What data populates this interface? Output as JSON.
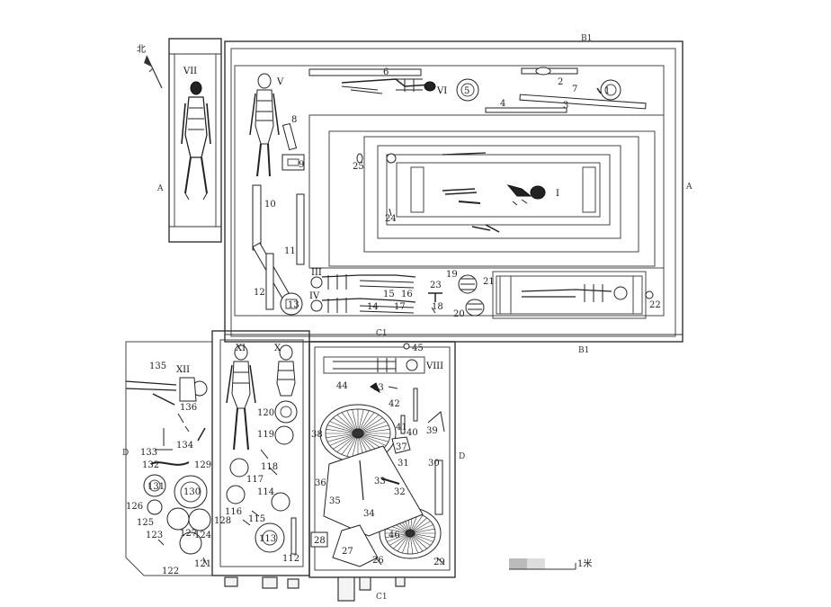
{
  "north": "北",
  "scale_label": "1米",
  "section_markers": {
    "a_left": "A",
    "a_right": "A",
    "b_top": "B1",
    "b_bottom": "B1",
    "c_mid": "C1",
    "c_bottom": "C1",
    "d_left": "D",
    "d_right": "D"
  },
  "burials": {
    "i": "I",
    "iii": "III",
    "iv": "IV",
    "v": "V",
    "vi": "VI",
    "vii": "VII",
    "viii": "VIII",
    "x": "X",
    "xi": "XI",
    "xii": "XII"
  },
  "artifacts": {
    "n1": "1",
    "n2": "2",
    "n3": "3",
    "n4": "4",
    "n5": "5",
    "n6": "6",
    "n7": "7",
    "n8": "8",
    "n9": "9",
    "n10": "10",
    "n11": "11",
    "n12": "12",
    "n13": "13",
    "n14": "14",
    "n15": "15",
    "n16": "16",
    "n17": "17",
    "n18": "18",
    "n19": "19",
    "n20": "20",
    "n21": "21",
    "n22": "22",
    "n23": "23",
    "n24": "24",
    "n25": "25",
    "n26": "26",
    "n27": "27",
    "n28": "28",
    "n29": "29",
    "n30": "30",
    "n31": "31",
    "n32": "32",
    "n33": "33",
    "n34": "34",
    "n35": "35",
    "n36": "36",
    "n37": "37",
    "n38": "38",
    "n39": "39",
    "n40": "40",
    "n41": "41",
    "n42": "42",
    "n43": "43",
    "n44": "44",
    "n45": "45",
    "n46": "46",
    "n112": "112",
    "n113": "113",
    "n114": "114",
    "n115": "115",
    "n116": "116",
    "n117": "117",
    "n118": "118",
    "n119": "119",
    "n120": "120",
    "n121": "121",
    "n122": "122",
    "n123": "123",
    "n124": "124",
    "n125": "125",
    "n126": "126",
    "n127": "127",
    "n128": "128",
    "n129": "129",
    "n130": "130",
    "n131": "131",
    "n132": "132",
    "n133": "133",
    "n134": "134",
    "n135": "135",
    "n136": "136"
  }
}
